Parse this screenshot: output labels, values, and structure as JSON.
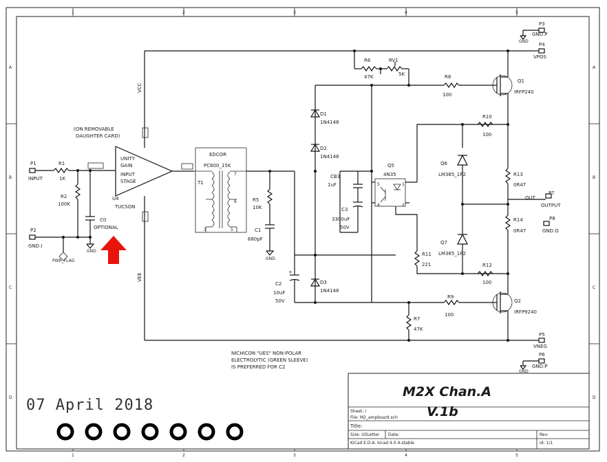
{
  "sheet": {
    "top_ruler": [
      "1",
      "2",
      "3",
      "4",
      "5"
    ],
    "side_ruler": [
      "A",
      "B",
      "C",
      "D"
    ]
  },
  "title_block": {
    "title_line1": "M2X Chan.A",
    "title_line2": "V.1b",
    "sheet_label": "Sheet: /",
    "file_label": "File: M2_ampboard.sch",
    "title_label": "Title:",
    "size_label": "Size: USLetter",
    "date_label": "Date:",
    "rev_label": "Rev:",
    "tool_label": "KiCad E.D.A.  kicad 4.0.4-stable",
    "id_label": "Id: 1/1"
  },
  "date_text": "07 April 2018",
  "notes": {
    "daughter_card_1": "(ON REMOVABLE",
    "daughter_card_2": "DAUGHTER CARD)",
    "cap_note_1": "NICHICON \"UES\" NON-POLAR",
    "cap_note_2": "ELECTROLYTIC (GREEN SLEEVE)",
    "cap_note_3": "IS PREFERRED FOR C2"
  },
  "rails": {
    "vcc": "VCC",
    "vee": "VEE"
  },
  "connectors": {
    "p1_ref": "P1",
    "p1_val": "INPUT",
    "p2_ref": "P2",
    "p2_val": "GND.I",
    "p3_ref": "P3",
    "p3_val": "GND.P",
    "p4_ref": "P4",
    "p4_val": "VPOS",
    "p5_ref": "P5",
    "p5_val": "VNEG",
    "p6_ref": "P6",
    "p6_val": "GND.P",
    "p7_ref": "P7",
    "p7_val": "OUTPUT",
    "p8_ref": "P8",
    "p8_val": "GND.O",
    "out_net": "OUT",
    "gnd": "GND",
    "pwr_flag": "PWR_FLAG"
  },
  "resistors": {
    "r1_ref": "R1",
    "r1_val": "1K",
    "r2_ref": "R2",
    "r2_val": "100K",
    "r5_ref": "R5",
    "r5_val": "10K",
    "r6_ref": "R6",
    "r6_val": "47K",
    "rv1_ref": "RV1",
    "rv1_val": "5K",
    "r7_ref": "R7",
    "r7_val": "47K",
    "r8_ref": "R8",
    "r8_val": "100",
    "r9_ref": "R9",
    "r9_val": "100",
    "r10_ref": "R10",
    "r10_val": "100",
    "r11_ref": "R11",
    "r11_val": "221",
    "r12_ref": "R12",
    "r12_val": "100",
    "r13_ref": "R13",
    "r13_val": "0R47",
    "r14_ref": "R14",
    "r14_val": "0R47"
  },
  "capacitors": {
    "c0_ref": "C0",
    "c0_val": "OPTIONAL",
    "c1_ref": "C1",
    "c1_val": "680pF",
    "c2_ref": "C2",
    "c2_val1": "10uF",
    "c2_val2": "50V",
    "c3_ref": "C3",
    "c3_val1": "3300uF",
    "c3_val2": "50V",
    "cb3_ref": "CB3",
    "cb3_val": "1uF"
  },
  "semis": {
    "d1_ref": "D1",
    "d1_val": "1N4148",
    "d2_ref": "D2",
    "d2_val": "1N4148",
    "d3_ref": "D3",
    "d3_val": "1N4148",
    "q1_ref": "Q1",
    "q1_val": "IRFP240",
    "q2_ref": "Q2",
    "q2_val": "IRFP9240",
    "q5_ref": "Q5",
    "q5_val": "4N35",
    "q6_ref": "Q6",
    "q6_val": "LM385_1P2",
    "q7_ref": "Q7",
    "q7_val": "LM385_1P2",
    "u4_ref": "U4",
    "u4_val": "TUCSON",
    "u4_text1": "UNITY",
    "u4_text2": "GAIN",
    "u4_text3": "INPUT",
    "u4_text4": "STAGE",
    "t1_ref": "T1",
    "t1_val1": "EDCOR",
    "t1_val2": "PC600_15K"
  },
  "colors": {
    "marker_arrow": "#e8140c"
  }
}
